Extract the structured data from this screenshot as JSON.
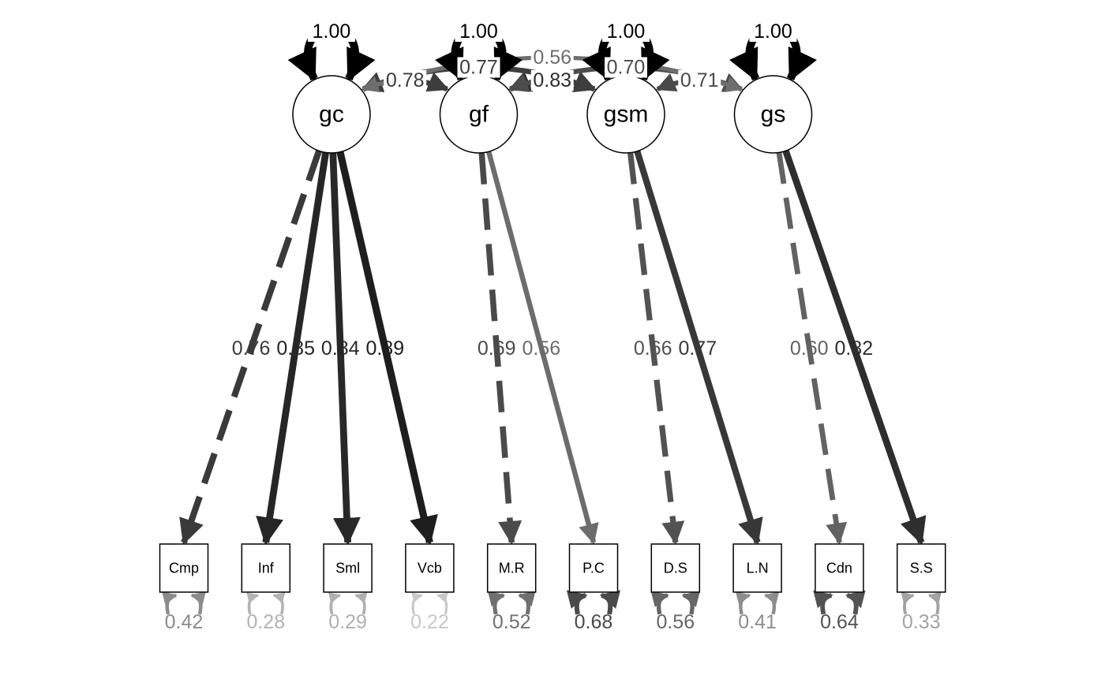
{
  "colors": {
    "background": "#ffffff",
    "node_stroke": "#000000",
    "node_fill": "#ffffff",
    "text": "#000000"
  },
  "latents": [
    {
      "id": "gc",
      "label": "gc",
      "variance": "1.00"
    },
    {
      "id": "gf",
      "label": "gf",
      "variance": "1.00"
    },
    {
      "id": "gsm",
      "label": "gsm",
      "variance": "1.00"
    },
    {
      "id": "gs",
      "label": "gs",
      "variance": "1.00"
    }
  ],
  "manifests": [
    {
      "id": "Cmp",
      "label": "Cmp",
      "residual": "0.42",
      "res_color": "#8c8c8c"
    },
    {
      "id": "Inf",
      "label": "Inf",
      "residual": "0.28",
      "res_color": "#b3b3b3"
    },
    {
      "id": "Sml",
      "label": "Sml",
      "residual": "0.29",
      "res_color": "#b0b0b0"
    },
    {
      "id": "Vcb",
      "label": "Vcb",
      "residual": "0.22",
      "res_color": "#c8c8c8"
    },
    {
      "id": "MR",
      "label": "M.R",
      "residual": "0.52",
      "res_color": "#707070"
    },
    {
      "id": "PC",
      "label": "P.C",
      "residual": "0.68",
      "res_color": "#4a4a4a"
    },
    {
      "id": "DS",
      "label": "D.S",
      "residual": "0.56",
      "res_color": "#666666"
    },
    {
      "id": "LN",
      "label": "L.N",
      "residual": "0.41",
      "res_color": "#8e8e8e"
    },
    {
      "id": "Cdn",
      "label": "Cdn",
      "residual": "0.64",
      "res_color": "#535353"
    },
    {
      "id": "SS",
      "label": "S.S",
      "residual": "0.33",
      "res_color": "#a3a3a3"
    }
  ],
  "loadings": [
    {
      "from": "gc",
      "to": "Cmp",
      "value": "0.76",
      "dashed": true,
      "color": "#3a3a3a"
    },
    {
      "from": "gc",
      "to": "Inf",
      "value": "0.85",
      "dashed": false,
      "color": "#262626"
    },
    {
      "from": "gc",
      "to": "Sml",
      "value": "0.84",
      "dashed": false,
      "color": "#282828"
    },
    {
      "from": "gc",
      "to": "Vcb",
      "value": "0.89",
      "dashed": false,
      "color": "#1e1e1e"
    },
    {
      "from": "gf",
      "to": "MR",
      "value": "0.69",
      "dashed": true,
      "color": "#4a4a4a"
    },
    {
      "from": "gf",
      "to": "PC",
      "value": "0.56",
      "dashed": false,
      "color": "#6c6c6c"
    },
    {
      "from": "gsm",
      "to": "DS",
      "value": "0.66",
      "dashed": true,
      "color": "#525252"
    },
    {
      "from": "gsm",
      "to": "LN",
      "value": "0.77",
      "dashed": false,
      "color": "#383838"
    },
    {
      "from": "gs",
      "to": "Cdn",
      "value": "0.60",
      "dashed": true,
      "color": "#626262"
    },
    {
      "from": "gs",
      "to": "SS",
      "value": "0.82",
      "dashed": false,
      "color": "#2e2e2e"
    }
  ],
  "covariances": [
    {
      "a": "gc",
      "b": "gf",
      "value": "0.78",
      "color": "#3c3c3c"
    },
    {
      "a": "gf",
      "b": "gsm",
      "value": "0.83",
      "color": "#2e2e2e"
    },
    {
      "a": "gsm",
      "b": "gs",
      "value": "0.71",
      "color": "#4a4a4a"
    },
    {
      "a": "gc",
      "b": "gsm",
      "value": "0.77",
      "color": "#3e3e3e"
    },
    {
      "a": "gf",
      "b": "gs",
      "value": "0.70",
      "color": "#4c4c4c"
    },
    {
      "a": "gc",
      "b": "gs",
      "value": "0.56",
      "color": "#6e6e6e"
    }
  ]
}
